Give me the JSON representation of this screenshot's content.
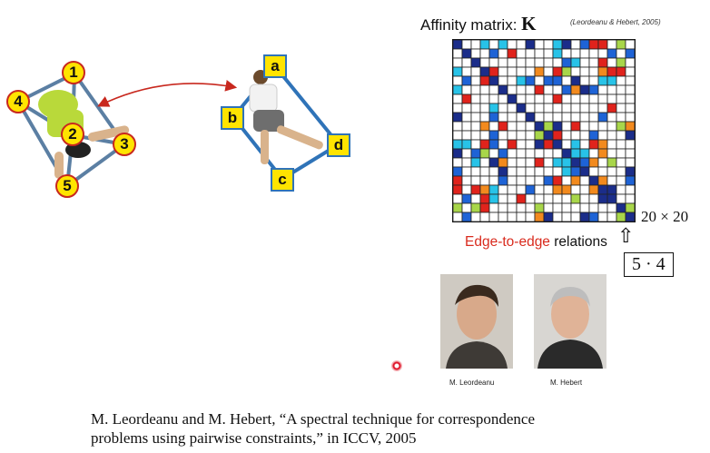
{
  "diagram": {
    "nodes_left": [
      "1",
      "2",
      "3",
      "4",
      "5"
    ],
    "nodes_right": [
      "a",
      "b",
      "c",
      "d"
    ]
  },
  "affinity": {
    "title": "Affinity matrix: ",
    "symbol": "K",
    "citation": "(Leordeanu & Hebert, 2005)",
    "dims": "20 × 20",
    "relations_red": "Edge-to-edge",
    "relations_rest": " relations",
    "arrow": "⇧",
    "boxed": "5 · 4",
    "size": 20,
    "colors": {
      "dark": "#1b2d8a",
      "blue": "#1e63d6",
      "cyan": "#28c3e8",
      "green": "#a8d64a",
      "orange": "#f28a1e",
      "red": "#e0231c",
      "empty": "#ffffff"
    }
  },
  "people": [
    {
      "name": "M. Leordeanu"
    },
    {
      "name": "M. Hebert"
    }
  ],
  "citation": {
    "line1": "M. Leordeanu and M. Hebert, “A spectral technique for correspondence",
    "line2": "problems using pairwise constraints,” in ICCV, 2005"
  }
}
